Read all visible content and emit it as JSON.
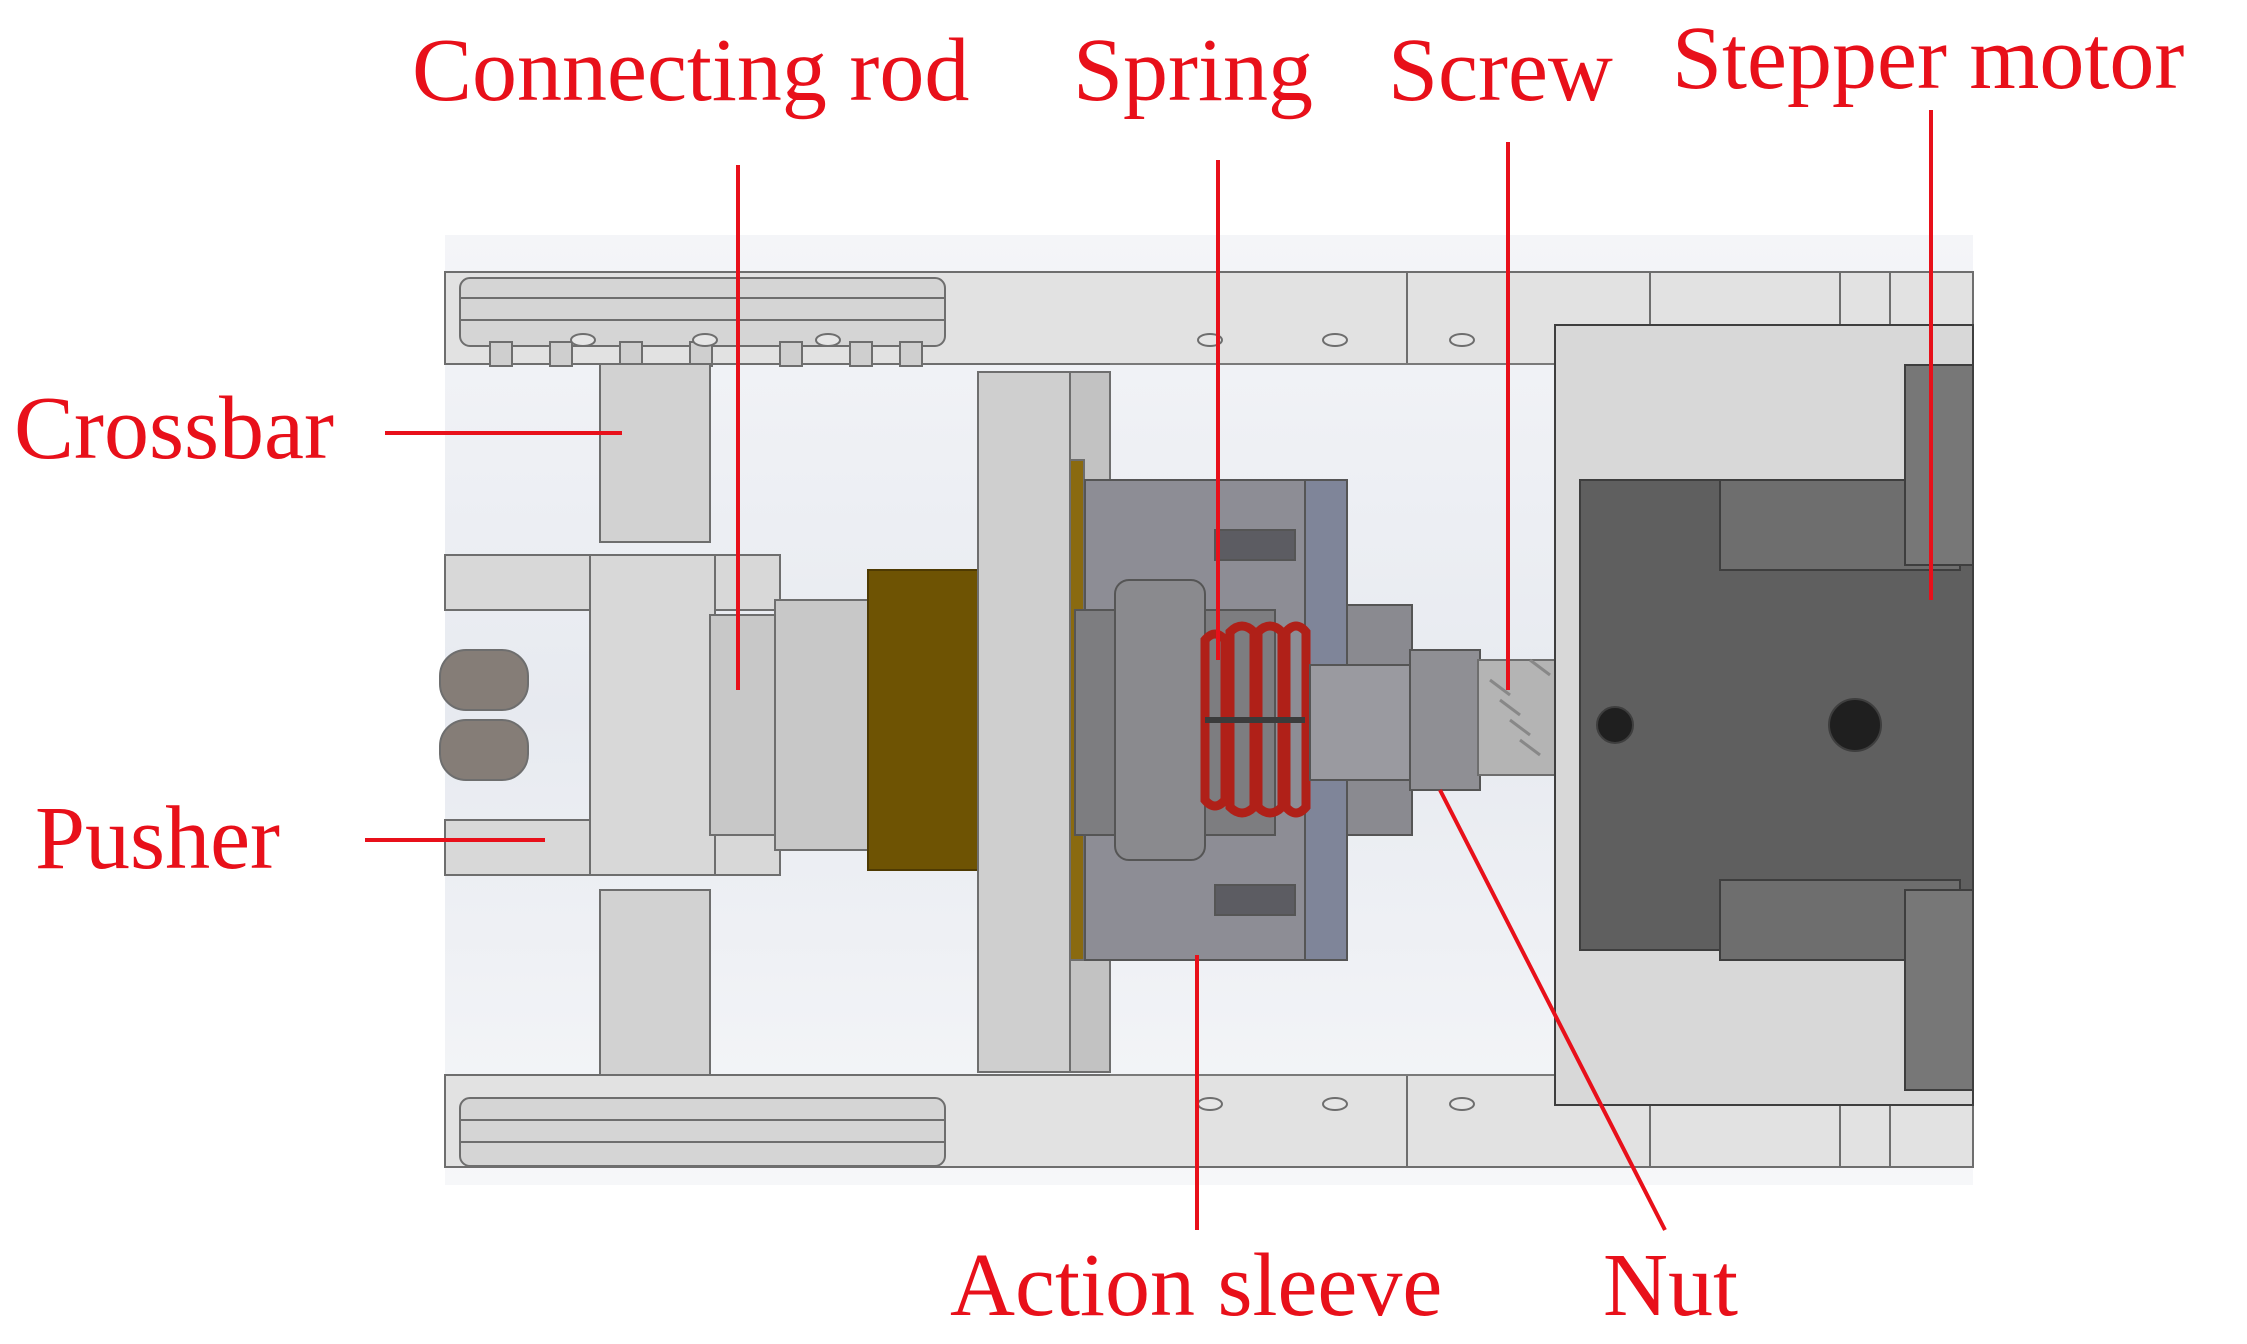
{
  "diagram": {
    "labels": {
      "connecting_rod": "Connecting rod",
      "spring": "Spring",
      "screw": "Screw",
      "stepper_motor": "Stepper motor",
      "crossbar": "Crossbar",
      "pusher": "Pusher",
      "action_sleeve": "Action sleeve",
      "nut": "Nut"
    }
  },
  "colors": {
    "label": "#e8101a",
    "leader": "#e8101a",
    "frame": "#dcdcdc",
    "frame_edge": "#6e6e6e",
    "motor_body": "#5f5f5f",
    "motor_block": "#6b6b6b",
    "sleeve": "#8a8a92",
    "flange": "#7f8599",
    "coupling": "#6e5303",
    "spring": "#b02018",
    "rod": "#c8c8c8"
  }
}
